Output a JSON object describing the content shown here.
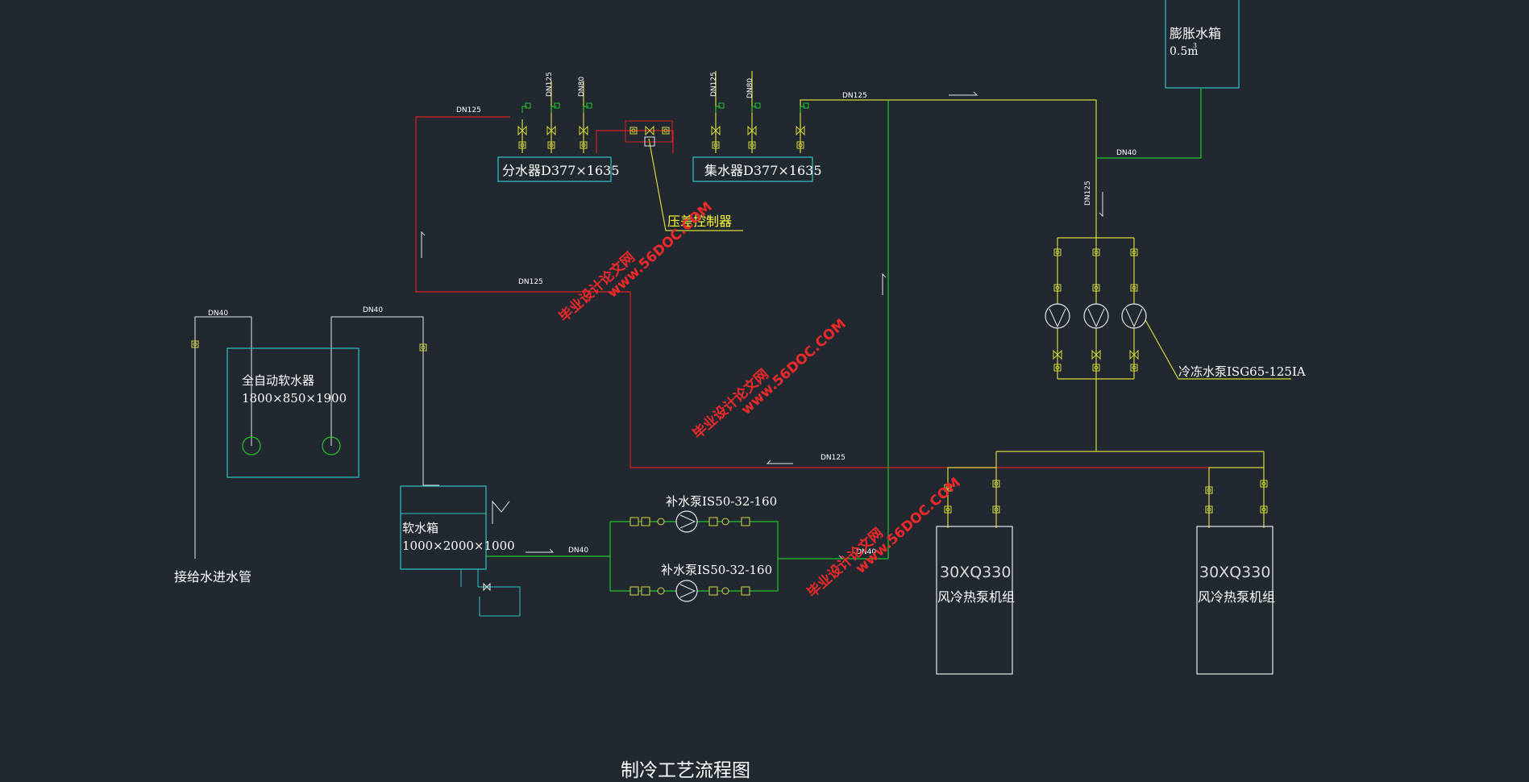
{
  "diagram": {
    "title": "制冷工艺流程图",
    "colors": {
      "background": "#212830",
      "red_pipe": "#d72020",
      "yellow_pipe": "#d8d83a",
      "green_pipe": "#22c42a",
      "cyan_equipment": "#2ec4c8",
      "white_line": "#e8e8e8",
      "label_yellow": "#ffff33",
      "watermark": "#ee2a2a"
    },
    "equipment": {
      "expansion_tank_name": "膨胀水箱",
      "expansion_tank_volume": "0.5m",
      "expansion_tank_volume_sup": "3",
      "distributor_label": "分水器D377×1635",
      "collector_label": "集水器D377×1635",
      "pressure_controller_label": "压差控制器",
      "softener_name": "全自动软水器",
      "softener_size": "1800×850×1900",
      "soft_tank_name": "软水箱",
      "soft_tank_size": "1000×2000×1000",
      "makeup_pump_1": "补水泵IS50-32-160",
      "makeup_pump_2": "补水泵IS50-32-160",
      "chilled_pump_label": "冷冻水泵ISG65-125IA",
      "unit_1_model": "30XQ330",
      "unit_1_name": "风冷热泵机组",
      "unit_2_model": "30XQ330",
      "unit_2_name": "风冷热泵机组",
      "water_inlet_label": "接给水进水管"
    },
    "pipe_labels": {
      "dist_main": "DN125",
      "dist_branch_1": "DN125",
      "dist_branch_2": "DN80",
      "coll_branch_1": "DN125",
      "coll_branch_2": "DN80",
      "coll_main": "DN125",
      "exp_line": "DN40",
      "vertical_main": "DN125",
      "red_mid": "DN125",
      "red_bottom": "DN125",
      "softener_in": "DN40",
      "softener_out": "DN40",
      "makeup_in": "DN40",
      "makeup_out": "DN40"
    },
    "watermarks": [
      "毕业设计论文网",
      "www.56DOC.COM"
    ]
  }
}
